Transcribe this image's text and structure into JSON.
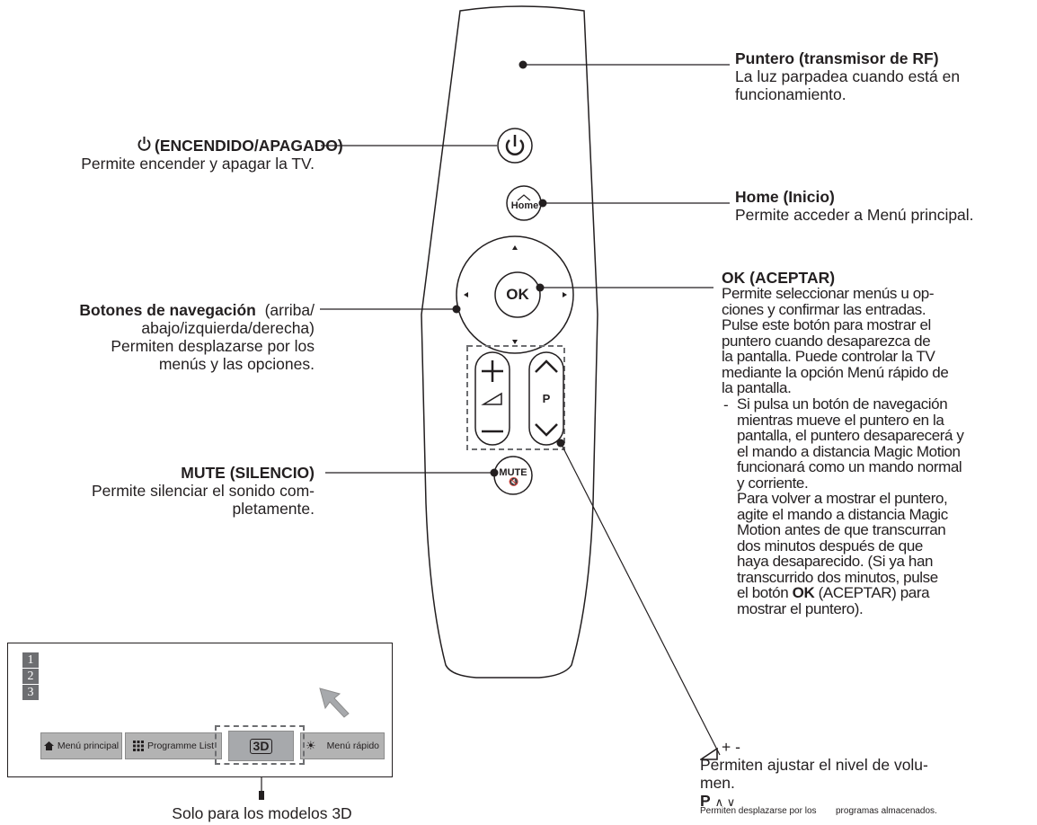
{
  "remote": {
    "power_glyph": "⏻",
    "home_label": "Home",
    "ok_label": "OK",
    "vol_plus": "+",
    "vol_minus": "—",
    "p_label": "P",
    "mute_label": "MUTE",
    "mute_icon": "speaker-muted-icon"
  },
  "annotations": {
    "pointer": {
      "title": "Puntero (transmisor de RF)",
      "desc": [
        "La luz parpadea cuando está en",
        "funcionamiento."
      ]
    },
    "power": {
      "title": "(ENCENDIDO/APAGADO)",
      "desc": "Permite encender y apagar la TV."
    },
    "home": {
      "title": "Home (Inicio)",
      "desc": "Permite acceder a Menú principal."
    },
    "nav": {
      "title": "Botones de navegación",
      "title_suffix": "(arriba/",
      "desc": [
        "abajo/izquierda/derecha)",
        "Permiten desplazarse por los",
        "menús y las opciones."
      ]
    },
    "ok": {
      "title": "OK (ACEPTAR)",
      "desc": [
        "Permite seleccionar menús u op-",
        "ciones y confirmar las entradas.",
        "Pulse este botón para mostrar el",
        "puntero cuando desaparezca de",
        "la pantalla. Puede controlar la TV",
        "mediante la opción Menú rápido de",
        "la pantalla."
      ],
      "note_dash": "-",
      "note": [
        "Si pulsa un botón de navegación",
        "mientras mueve el puntero en la",
        "pantalla, el puntero desaparecerá y",
        "el mando a distancia Magic Motion",
        "funcionará como un mando normal",
        "y corriente.",
        "Para volver a mostrar el puntero,",
        "agite el mando a distancia Magic",
        "Motion antes de que transcurran",
        "dos minutos después de que",
        "haya desaparecido. (Si ya han",
        "transcurrido dos minutos, pulse"
      ],
      "note_last_pre": "el botón",
      "note_last_bold": "OK",
      "note_last_post": "(ACEPTAR) para",
      "note_end": "mostrar el puntero)."
    },
    "mute": {
      "title": "MUTE (SILENCIO)",
      "desc": [
        "Permite silenciar el sonido com-",
        "pletamente."
      ]
    },
    "volume": {
      "symbol_suffix": "+ -",
      "desc": [
        "Permiten ajustar el nivel de volu-",
        "men."
      ],
      "p_title": "P",
      "p_arrows": "∧ ∨",
      "p_desc": [
        "Permiten desplazarse por los",
        "programas almacenados."
      ]
    }
  },
  "screen_ui": {
    "channels": [
      "1",
      "2",
      "3"
    ],
    "buttons": [
      {
        "label": "Menú principal",
        "icon": "home-icon"
      },
      {
        "label": "Programme List",
        "icon": "grid-icon"
      },
      {
        "label": "3D",
        "icon": "3d-icon"
      },
      {
        "label": "Menú rápido",
        "icon": "gear-icon"
      }
    ],
    "caption": "Solo para los modelos 3D"
  }
}
